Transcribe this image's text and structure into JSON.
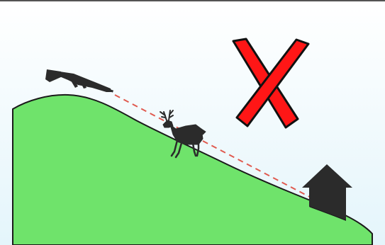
{
  "diagram": {
    "elements": [
      {
        "name": "sky",
        "icon": "sky-gradient"
      },
      {
        "name": "hillside",
        "icon": "green-slope"
      },
      {
        "name": "rifle",
        "icon": "rifle-icon"
      },
      {
        "name": "deer",
        "icon": "deer-icon"
      },
      {
        "name": "bullet-trajectory",
        "icon": "dashed-arrow"
      },
      {
        "name": "house",
        "icon": "house-icon"
      },
      {
        "name": "prohibited-mark",
        "icon": "red-x-icon"
      }
    ]
  },
  "colors": {
    "sky_top": "#ffffff",
    "sky_bottom": "#e4f5fb",
    "grass": "#6fe36b",
    "outline": "#1a1a1a",
    "silhouette": "#2b2b2b",
    "trajectory": "#e05a4f",
    "cross_fill": "#ff1616",
    "cross_stroke": "#111111"
  }
}
